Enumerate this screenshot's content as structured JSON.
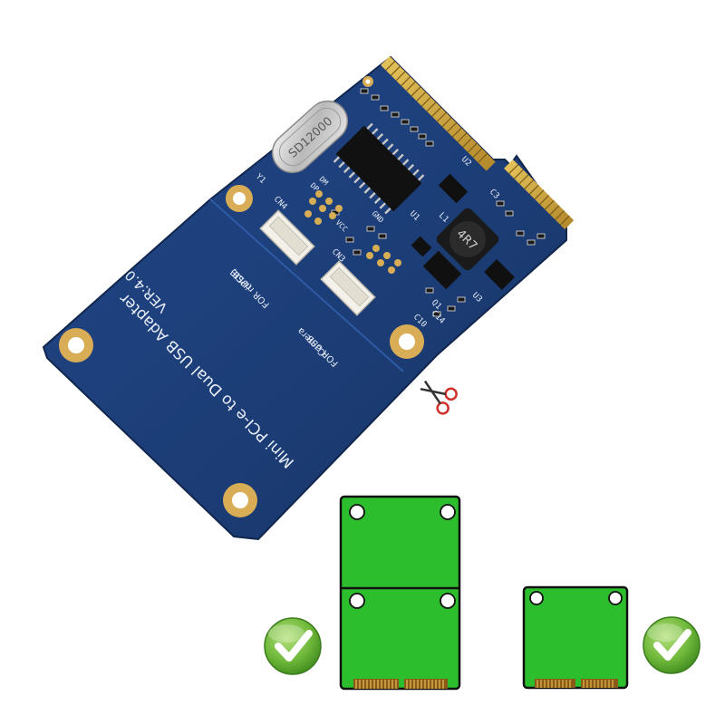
{
  "board": {
    "main_label": "Mini PCI-e to Dual USB Adapter",
    "version": "VER:4.0",
    "port1_label_a": "FOR mPCIE",
    "port1_label_b": "(USB)",
    "port2_label_a": "FOR USB",
    "port2_label_b": "Camera",
    "crystal_text": "SD12000",
    "inductor_text": "4R7",
    "silk": {
      "cn4": "CN4",
      "cn3": "CN3",
      "y1": "Y1",
      "u1": "U1",
      "u2": "U2",
      "u3": "U3",
      "q1": "Q1",
      "l1": "L1",
      "c3": "C3",
      "c10": "C10",
      "c14": "C14",
      "dp": "DP",
      "dm": "DM",
      "gnd": "GND",
      "vcc": "VCC"
    }
  },
  "colors": {
    "pcb": "#1c3b73",
    "pcb_edge": "#14305f",
    "gold": "#c9a243",
    "card_green": "#2dbe2d",
    "check_green": "#7cc242"
  },
  "icons": {
    "cut": "scissors-icon",
    "compatible": "check-mark-icon"
  },
  "compat": {
    "full_size_card": "full-size-mini-pcie-card",
    "half_size_card": "half-size-mini-pcie-card"
  }
}
